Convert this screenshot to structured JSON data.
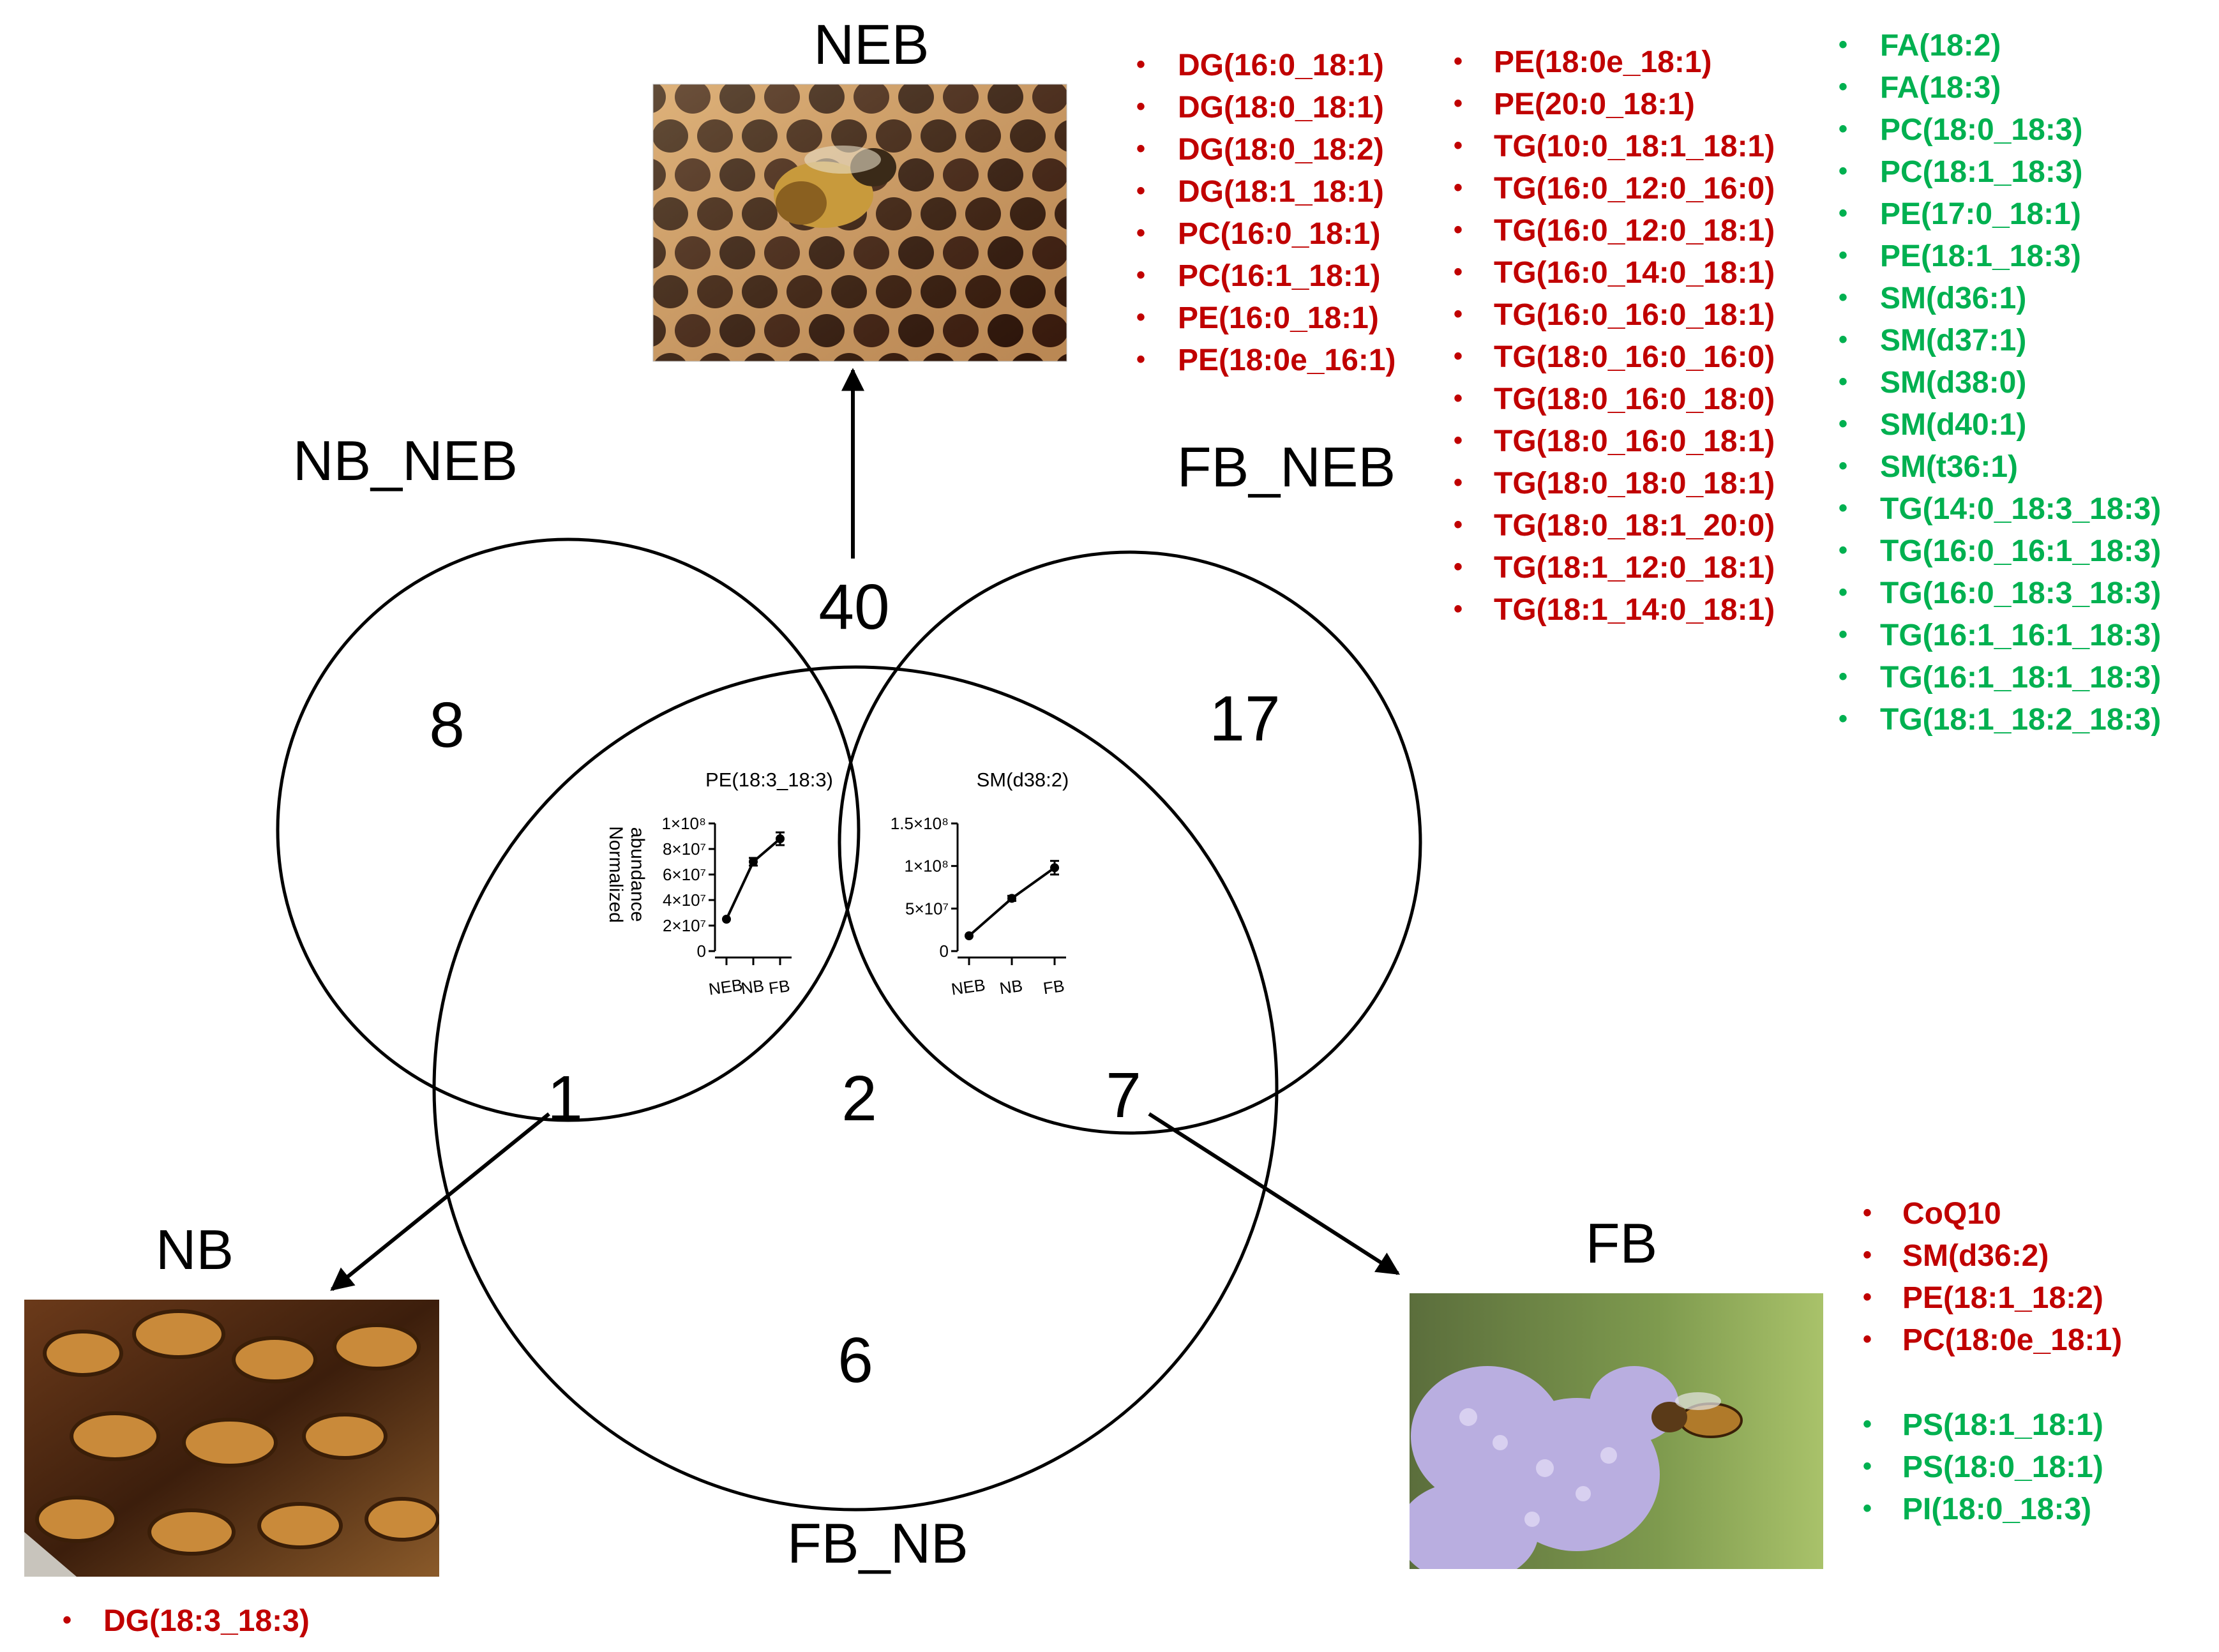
{
  "colors": {
    "up": "#c00000",
    "down": "#00b050",
    "line": "#000000"
  },
  "groups": {
    "neb": "NEB",
    "nb": "NB",
    "fb": "FB"
  },
  "comparisons": {
    "nb_neb": "NB_NEB",
    "fb_neb": "FB_NEB",
    "fb_nb": "FB_NB"
  },
  "region_counts": {
    "nb_neb_only": "8",
    "fb_neb_only": "17",
    "fb_nb_only": "6",
    "nb_neb_and_fb_neb": "40",
    "nb_neb_and_fb_nb": "1",
    "fb_neb_and_fb_nb": "7",
    "all_three": "2"
  },
  "photos": {
    "neb": "honeycomb-newly-emerged-bee-photo",
    "nb": "nurse-bees-on-comb-photo",
    "fb": "forager-bee-on-flowers-photo"
  },
  "lists": {
    "neb_col1": [
      {
        "text": "DG(16:0_18:1)",
        "color": "up"
      },
      {
        "text": "DG(18:0_18:1)",
        "color": "up"
      },
      {
        "text": "DG(18:0_18:2)",
        "color": "up"
      },
      {
        "text": "DG(18:1_18:1)",
        "color": "up"
      },
      {
        "text": "PC(16:0_18:1)",
        "color": "up"
      },
      {
        "text": "PC(16:1_18:1)",
        "color": "up"
      },
      {
        "text": "PE(16:0_18:1)",
        "color": "up"
      },
      {
        "text": "PE(18:0e_16:1)",
        "color": "up"
      }
    ],
    "neb_col2": [
      {
        "text": "PE(18:0e_18:1)",
        "color": "up"
      },
      {
        "text": "PE(20:0_18:1)",
        "color": "up"
      },
      {
        "text": "TG(10:0_18:1_18:1)",
        "color": "up"
      },
      {
        "text": "TG(16:0_12:0_16:0)",
        "color": "up"
      },
      {
        "text": "TG(16:0_12:0_18:1)",
        "color": "up"
      },
      {
        "text": "TG(16:0_14:0_18:1)",
        "color": "up"
      },
      {
        "text": "TG(16:0_16:0_18:1)",
        "color": "up"
      },
      {
        "text": "TG(18:0_16:0_16:0)",
        "color": "up"
      },
      {
        "text": "TG(18:0_16:0_18:0)",
        "color": "up"
      },
      {
        "text": "TG(18:0_16:0_18:1)",
        "color": "up"
      },
      {
        "text": "TG(18:0_18:0_18:1)",
        "color": "up"
      },
      {
        "text": "TG(18:0_18:1_20:0)",
        "color": "up"
      },
      {
        "text": "TG(18:1_12:0_18:1)",
        "color": "up"
      },
      {
        "text": "TG(18:1_14:0_18:1)",
        "color": "up"
      }
    ],
    "neb_col3": [
      {
        "text": "FA(18:2)",
        "color": "down"
      },
      {
        "text": "FA(18:3)",
        "color": "down"
      },
      {
        "text": "PC(18:0_18:3)",
        "color": "down"
      },
      {
        "text": "PC(18:1_18:3)",
        "color": "down"
      },
      {
        "text": "PE(17:0_18:1)",
        "color": "down"
      },
      {
        "text": "PE(18:1_18:3)",
        "color": "down"
      },
      {
        "text": "SM(d36:1)",
        "color": "down"
      },
      {
        "text": "SM(d37:1)",
        "color": "down"
      },
      {
        "text": "SM(d38:0)",
        "color": "down"
      },
      {
        "text": "SM(d40:1)",
        "color": "down"
      },
      {
        "text": "SM(t36:1)",
        "color": "down"
      },
      {
        "text": "TG(14:0_18:3_18:3)",
        "color": "down"
      },
      {
        "text": "TG(16:0_16:1_18:3)",
        "color": "down"
      },
      {
        "text": "TG(16:0_18:3_18:3)",
        "color": "down"
      },
      {
        "text": "TG(16:1_16:1_18:3)",
        "color": "down"
      },
      {
        "text": "TG(16:1_18:1_18:3)",
        "color": "down"
      },
      {
        "text": "TG(18:1_18:2_18:3)",
        "color": "down"
      }
    ],
    "fb_up": [
      {
        "text": "CoQ10",
        "color": "up"
      },
      {
        "text": "SM(d36:2)",
        "color": "up"
      },
      {
        "text": "PE(18:1_18:2)",
        "color": "up"
      },
      {
        "text": "PC(18:0e_18:1)",
        "color": "up"
      }
    ],
    "fb_down": [
      {
        "text": "PS(18:1_18:1)",
        "color": "down"
      },
      {
        "text": "PS(18:0_18:1)",
        "color": "down"
      },
      {
        "text": "PI(18:0_18:3)",
        "color": "down"
      }
    ],
    "nb": [
      {
        "text": "DG(18:3_18:3)",
        "color": "up"
      }
    ]
  },
  "bullet_char": "•",
  "chart_data": [
    {
      "type": "line",
      "title": "PE(18:3_18:3)",
      "ylabel_lines": [
        "Normalized",
        "abundance"
      ],
      "categories": [
        "NEB",
        "NB",
        "FB"
      ],
      "values": [
        25000000,
        70000000,
        88000000
      ],
      "errors": [
        0,
        3000000,
        5000000
      ],
      "ylim": [
        0,
        100000000
      ],
      "yticks": [
        0,
        20000000,
        40000000,
        60000000,
        80000000,
        100000000
      ],
      "ytick_labels": [
        "0",
        "2×10⁷",
        "4×10⁷",
        "6×10⁷",
        "8×10⁷",
        "1×10⁸"
      ]
    },
    {
      "type": "line",
      "title": "SM(d38:2)",
      "categories": [
        "NEB",
        "NB",
        "FB"
      ],
      "values": [
        18000000,
        62000000,
        98000000
      ],
      "errors": [
        0,
        3000000,
        8000000
      ],
      "ylim": [
        0,
        150000000
      ],
      "yticks": [
        0,
        50000000,
        100000000,
        150000000
      ],
      "ytick_labels": [
        "0",
        "5×10⁷",
        "1×10⁸",
        "1.5×10⁸"
      ]
    }
  ]
}
